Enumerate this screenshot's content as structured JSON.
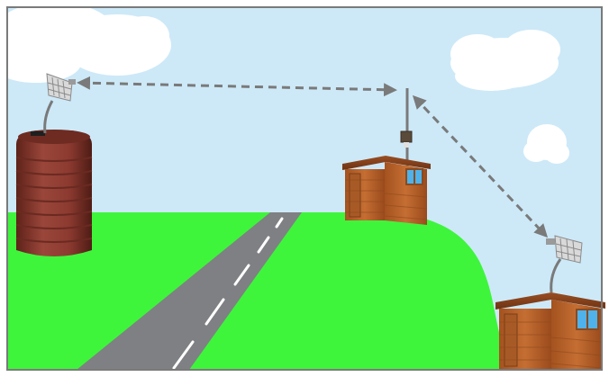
{
  "scene": {
    "colors": {
      "sky": "#cde9f8",
      "grass": "#3ef53c",
      "road": "#7f8083",
      "road_dashes": "#ffffff",
      "link_arrows": "#7a7a7a",
      "tank": "#8c3a30",
      "shed_wood": "#b8612a",
      "frame": "#7a7a7a"
    },
    "items": [
      "water-tank",
      "tank-antenna",
      "relay-mast",
      "relay-shed",
      "client-antenna",
      "client-shed",
      "road"
    ],
    "links": [
      {
        "from": "tank-antenna",
        "to": "relay-mast",
        "style": "dashed",
        "arrows": "both"
      },
      {
        "from": "relay-mast",
        "to": "client-antenna",
        "style": "dashed",
        "arrows": "both"
      }
    ]
  }
}
